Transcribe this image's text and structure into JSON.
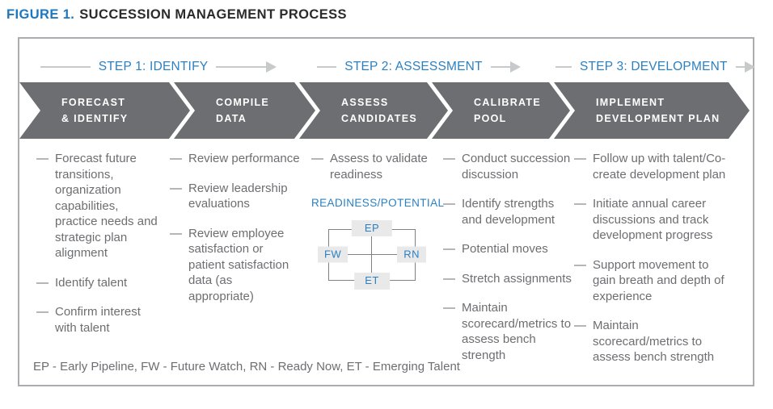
{
  "title": {
    "figure_label": "FIGURE 1.",
    "text": "SUCCESSION MANAGEMENT PROCESS"
  },
  "steps": [
    {
      "label": "STEP 1: IDENTIFY"
    },
    {
      "label": "STEP 2: ASSESSMENT"
    },
    {
      "label": "STEP 3: DEVELOPMENT"
    }
  ],
  "phases": [
    {
      "title_lines": [
        "FORECAST",
        "& IDENTIFY"
      ],
      "bullets": [
        "Forecast future transitions, organization capabilities, practice needs and strategic plan alignment",
        "Identify talent",
        "Confirm interest with talent"
      ]
    },
    {
      "title_lines": [
        "COMPILE",
        "DATA"
      ],
      "bullets": [
        "Review performance",
        "Review leadership evaluations",
        "Review employee satisfaction or patient satisfaction data (as appropriate)"
      ]
    },
    {
      "title_lines": [
        "ASSESS",
        "CANDIDATES"
      ],
      "bullets": [
        "Assess to validate readiness"
      ]
    },
    {
      "title_lines": [
        "CALIBRATE",
        "POOL"
      ],
      "bullets": [
        "Conduct succession discussion",
        "Identify strengths and development",
        "Potential moves",
        "Stretch assignments",
        "Maintain scorecard/metrics to assess bench strength"
      ]
    },
    {
      "title_lines": [
        "IMPLEMENT",
        "DEVELOPMENT PLAN"
      ],
      "bullets": [
        "Follow up with talent/Co-create development plan",
        "Initiate annual career discussions and track development progress",
        "Support movement to gain breath and depth of experience",
        "Maintain scorecard/metrics to assess bench strength"
      ]
    }
  ],
  "matrix": {
    "title": "READINESS/POTENTIAL",
    "top": "EP",
    "left": "FW",
    "right": "RN",
    "bottom": "ET"
  },
  "legend": {
    "text": "EP - Early Pipeline, FW - Future Watch, RN - Ready Now, ET - Emerging Talent"
  },
  "colors": {
    "accent_blue": "#2b80c2",
    "figure_label_blue": "#1e78be",
    "chevron_gray": "#6d6e71",
    "body_text_gray": "#6d6e71",
    "arrow_gray": "#c8c9cb",
    "box_border_gray": "#aaacaf",
    "matrix_label_bg": "#e9e9ea",
    "matrix_line_gray": "#7f8184",
    "title_dark": "#2b2b2b"
  }
}
